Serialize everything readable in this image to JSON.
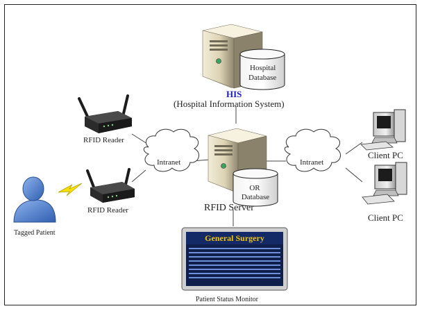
{
  "his": {
    "server_title": "HIS",
    "server_subtitle": "(Hospital Information System)",
    "db_line1": "Hospital",
    "db_line2": "Database"
  },
  "rfid_server": {
    "label": "RFID Server",
    "db_line1": "OR",
    "db_line2": "Database"
  },
  "readers": [
    {
      "label": "RFID Reader"
    },
    {
      "label": "RFID Reader"
    }
  ],
  "networks": [
    {
      "label": "Intranet"
    },
    {
      "label": "Intranet"
    }
  ],
  "clients": [
    {
      "label": "Client PC"
    },
    {
      "label": "Client PC"
    }
  ],
  "patient": {
    "label": "Tagged Patient"
  },
  "monitor": {
    "label": "Patient Status Monitor",
    "screen_title": "General Surgery"
  },
  "colors": {
    "his_title": "#1a1acc",
    "monitor_title": "#f2c200",
    "patient": "#4f7fd0",
    "lightning": "#f5e000"
  }
}
